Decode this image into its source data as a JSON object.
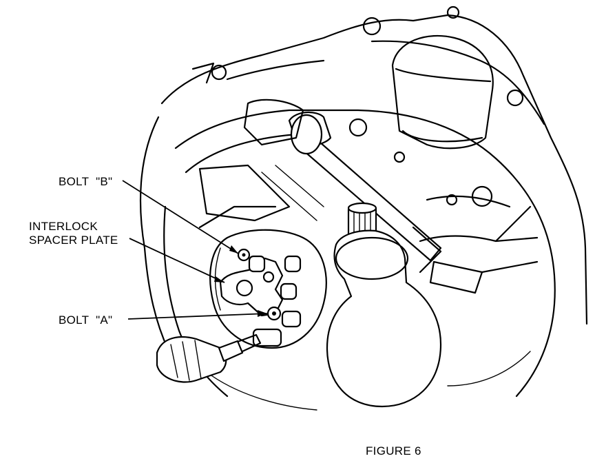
{
  "labels": {
    "bolt_b": "BOLT  \"B\"",
    "interlock_line1": "INTERLOCK",
    "interlock_line2": "SPACER PLATE",
    "bolt_a": "BOLT  \"A\"",
    "figure": "FIGURE 6"
  },
  "colors": {
    "ink": "#000000",
    "paper": "#ffffff"
  }
}
